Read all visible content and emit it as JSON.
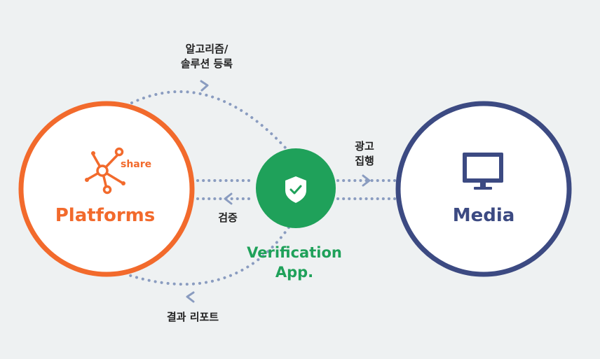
{
  "nodes": {
    "platforms": {
      "title": "Platforms",
      "icon_text": "share",
      "icon": "share-network-icon",
      "color": "#f26a2c"
    },
    "media": {
      "title": "Media",
      "icon": "monitor-icon",
      "color": "#3c4a82"
    },
    "verification": {
      "title_line1": "Verification",
      "title_line2": "App.",
      "icon": "shield-check-icon",
      "color": "#1fa15a"
    }
  },
  "flows": {
    "algorithm_line1": "알고리즘/",
    "algorithm_line2": "솔루션 등록",
    "ad_line1": "광고",
    "ad_line2": "집행",
    "verify": "검증",
    "report": "결과 리포트"
  },
  "colors": {
    "background": "#eef1f2",
    "dotted": "#8a9cc0",
    "platforms": "#f26a2c",
    "media": "#3c4a82",
    "app": "#1fa15a"
  }
}
